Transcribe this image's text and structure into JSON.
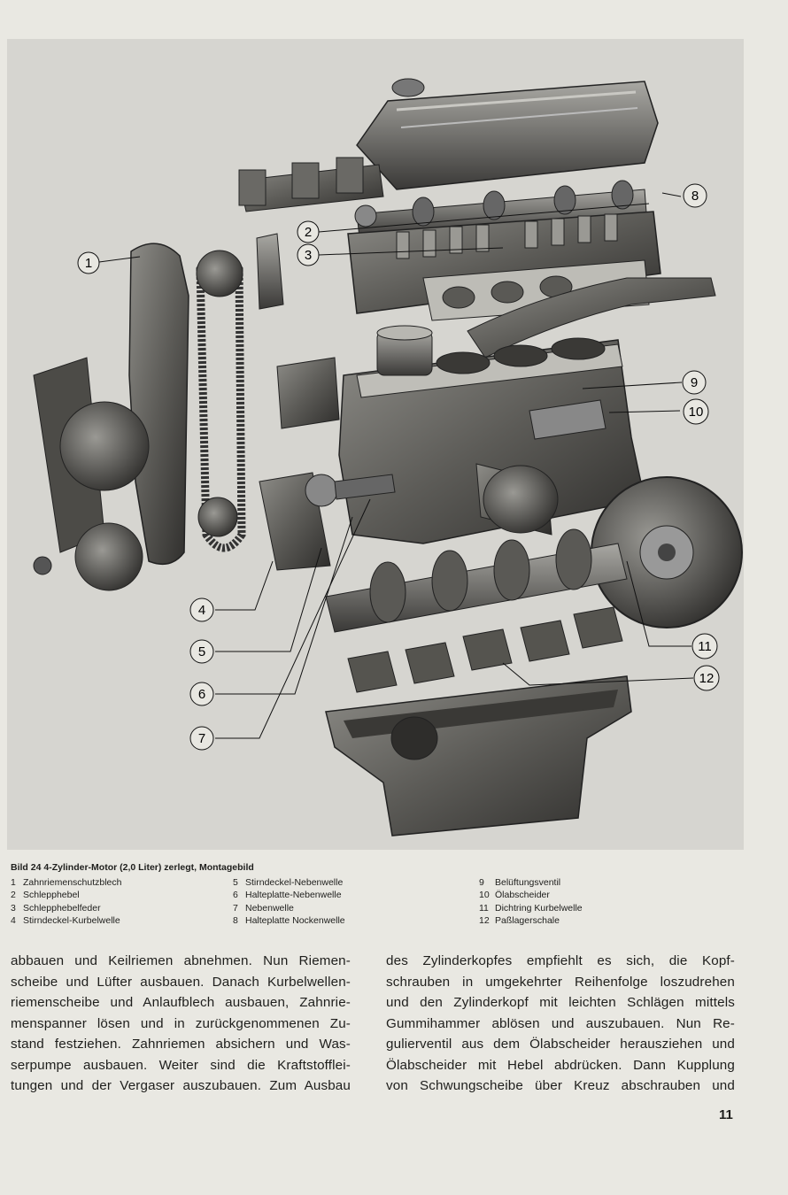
{
  "figure": {
    "callouts": [
      "1",
      "2",
      "3",
      "4",
      "5",
      "6",
      "7",
      "8",
      "9",
      "10",
      "11",
      "12"
    ]
  },
  "caption": {
    "label": "Bild 24",
    "text": "4-Zylinder-Motor (2,0 Liter) zerlegt, Montagebild"
  },
  "legend": [
    {
      "num": "1",
      "text": "Zahnriemenschutzblech"
    },
    {
      "num": "2",
      "text": "Schlepphebel"
    },
    {
      "num": "3",
      "text": "Schlepphebelfeder"
    },
    {
      "num": "4",
      "text": "Stirndeckel-Kurbelwelle"
    },
    {
      "num": "5",
      "text": "Stirndeckel-Nebenwelle"
    },
    {
      "num": "6",
      "text": "Halteplatte-Nebenwelle"
    },
    {
      "num": "7",
      "text": "Nebenwelle"
    },
    {
      "num": "8",
      "text": "Halteplatte Nockenwelle"
    },
    {
      "num": "9",
      "text": "Belüftungsventil"
    },
    {
      "num": "10",
      "text": "Ölabscheider"
    },
    {
      "num": "11",
      "text": "Dichtring Kurbelwelle"
    },
    {
      "num": "12",
      "text": "Paßlagerschale"
    }
  ],
  "body": {
    "left_lines": [
      "abbauen und Keilriemen abnehmen. Nun Riemen-",
      "scheibe und Lüfter ausbauen. Danach Kurbelwellen-",
      "riemenscheibe und Anlaufblech ausbauen, Zahnrie-",
      "menspanner lösen und in zurückgenommenen Zu-",
      "stand festziehen. Zahnriemen absichern und Was-",
      "serpumpe ausbauen. Weiter sind die Kraftstofflei-",
      "tungen und der Vergaser auszubauen. Zum Ausbau"
    ],
    "right_lines": [
      "des Zylinderkopfes empfiehlt es sich, die Kopf-",
      "schrauben in umgekehrter Reihenfolge loszudrehen",
      "und den Zylinderkopf mit leichten Schlägen mittels",
      "Gummihammer ablösen und auszubauen. Nun Re-",
      "gulierventil aus dem Ölabscheider herausziehen und",
      "Ölabscheider mit Hebel abdrücken. Dann Kupplung",
      "von Schwungscheibe über Kreuz abschrauben und"
    ]
  },
  "page_number": "11"
}
